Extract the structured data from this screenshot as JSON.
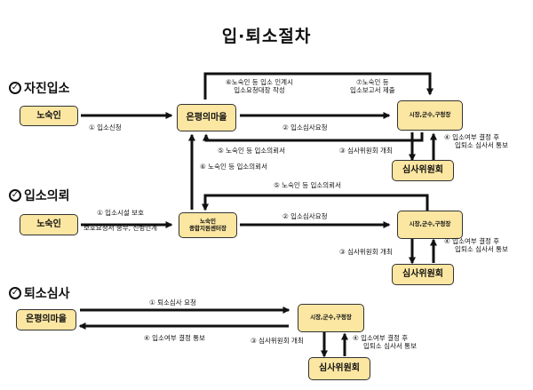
{
  "title": "입·퇴소절차",
  "sections": {
    "s1": {
      "label": "자진입소"
    },
    "s2": {
      "label": "입소의뢰"
    },
    "s3": {
      "label": "퇴소심사"
    }
  },
  "nodes": {
    "s1_homeless": "노숙인",
    "s1_eunpyeong": "은평의마을",
    "s1_office": "시장,군수,구청장",
    "s1_committee": "심사위원회",
    "s2_homeless": "노숙인",
    "s2_center_1": "노숙인",
    "s2_center_2": "종합지원센터장",
    "s2_office": "시장,군수,구청장",
    "s2_committee": "심사위원회",
    "s3_eunpyeong": "은평의마을",
    "s3_office": "시장,군수,구청장",
    "s3_committee": "심사위원회"
  },
  "labels": {
    "s1_l1": "① 입소신청",
    "s1_l6a": "⑥노숙인 등 입소 인계시",
    "s1_l6b": "입소요청대장 작성",
    "s1_l7a": "⑦노숙인 등",
    "s1_l7b": "입소보고서 제출",
    "s1_l2": "② 입소심사요청",
    "s1_l3": "③ 심사위원회 개최",
    "s1_l4a": "입소여부 결정 후",
    "s1_l4b": "입퇴소 심사서 통보",
    "s1_l5": "⑤ 노숙인 등 입소의뢰서",
    "s2_l6": "⑥ 노숙인 등 입소의뢰서",
    "s2_l5": "⑤ 노숙인 등 입소의뢰서",
    "s2_l1a": "① 입소시설 보호",
    "s2_l1b": "보호요청서 송부, 신병인계",
    "s2_l2": "② 입소심사요청",
    "s2_l3": "③ 심사위원회 개최",
    "s2_l4a": "입소여부 결정 후",
    "s2_l4b": "입퇴소 심사서 통보",
    "s3_l1": "① 퇴소심사 요청",
    "s3_l4": "④ 입소여부 결정 통보",
    "s3_l3": "③ 심사위원회 개최",
    "s3_l4a": "입소여부 결정 후",
    "s3_l4b": "입퇴소 심사서 통보"
  },
  "colors": {
    "node_fill": "#fbe6a2",
    "line": "#111111"
  }
}
